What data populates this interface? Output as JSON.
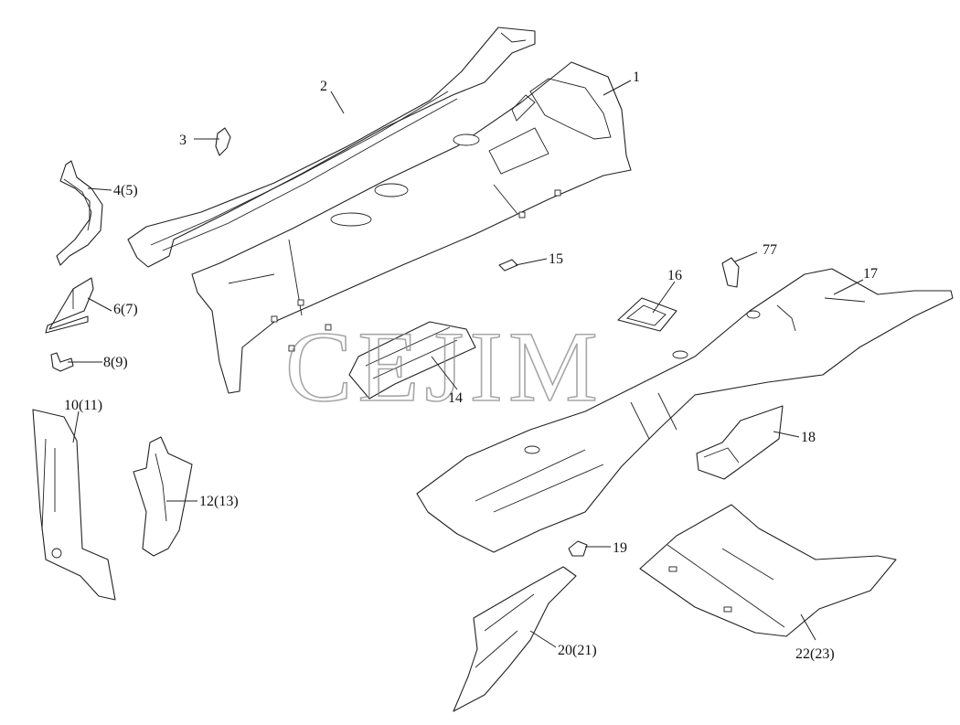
{
  "watermark": "CEJIM",
  "callouts": {
    "c1": "1",
    "c2": "2",
    "c3": "3",
    "c4": "4(5)",
    "c6": "6(7)",
    "c8": "8(9)",
    "c10": "10(11)",
    "c12": "12(13)",
    "c14": "14",
    "c15": "15",
    "c16": "16",
    "c77": "77",
    "c17": "17",
    "c18": "18",
    "c19": "19",
    "c20": "20(21)",
    "c22": "22(23)"
  }
}
